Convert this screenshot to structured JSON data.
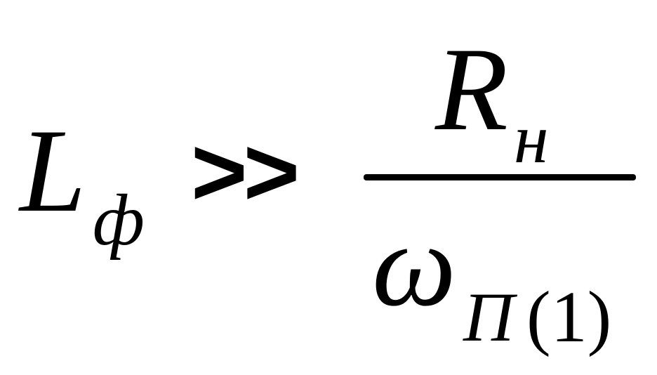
{
  "formula": {
    "lhs": {
      "symbol": "L",
      "subscript": "ф"
    },
    "operator": ">>",
    "fraction": {
      "numerator": {
        "symbol": "R",
        "subscript": "н"
      },
      "denominator": {
        "symbol": "ω",
        "subscript_letter": "П",
        "subscript_index": "(1)"
      }
    }
  }
}
